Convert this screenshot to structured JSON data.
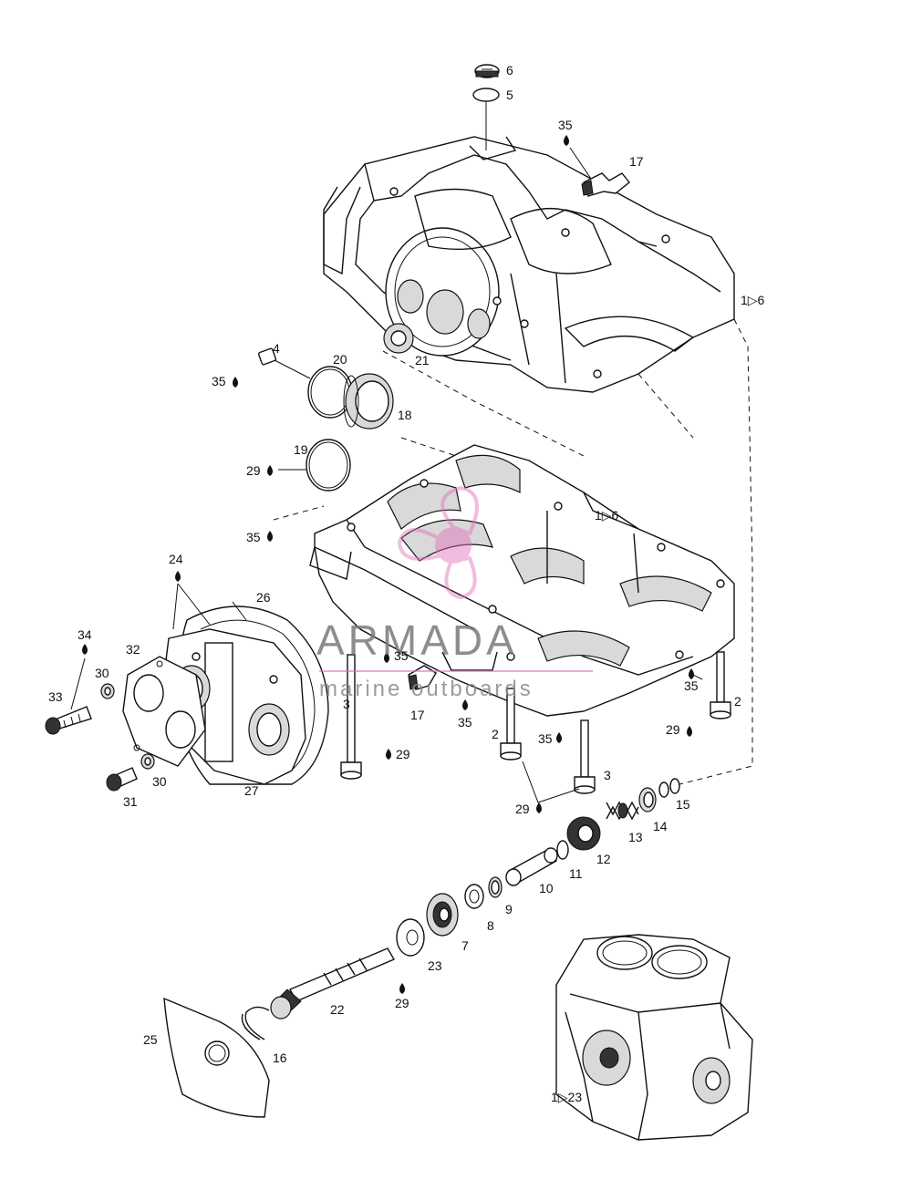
{
  "callouts": {
    "c6": "6",
    "c5": "5",
    "c35a": "35",
    "c17a": "17",
    "c1to6a": "1▷6",
    "c21": "21",
    "c4": "4",
    "c35b": "35",
    "c20": "20",
    "c18": "18",
    "c19": "19",
    "c29a": "29",
    "c35c": "35",
    "c1to6b": "1▷6",
    "c24": "24",
    "c26": "26",
    "c32": "32",
    "c34": "34",
    "c30a": "30",
    "c33": "33",
    "c35d": "35",
    "c17b": "17",
    "c35e": "35",
    "c3a": "3",
    "c29b": "29",
    "c35f": "35",
    "c2a": "2",
    "c29c": "29",
    "c2b": "2",
    "c35g": "35",
    "c3b": "3",
    "c29d": "29",
    "c31": "31",
    "c30b": "30",
    "c27": "27",
    "c15": "15",
    "c14": "14",
    "c13": "13",
    "c12": "12",
    "c11": "11",
    "c10": "10",
    "c9": "9",
    "c8": "8",
    "c7": "7",
    "c23": "23",
    "c29e": "29",
    "c22": "22",
    "c16": "16",
    "c25": "25",
    "c1to23": "1▷23"
  },
  "watermark": {
    "title": "ARMADA",
    "subtitle": "marine outboards"
  },
  "colors": {
    "line": "#111111",
    "watermark_pink": "#e070b8",
    "watermark_gray": "#7a7a7a"
  }
}
